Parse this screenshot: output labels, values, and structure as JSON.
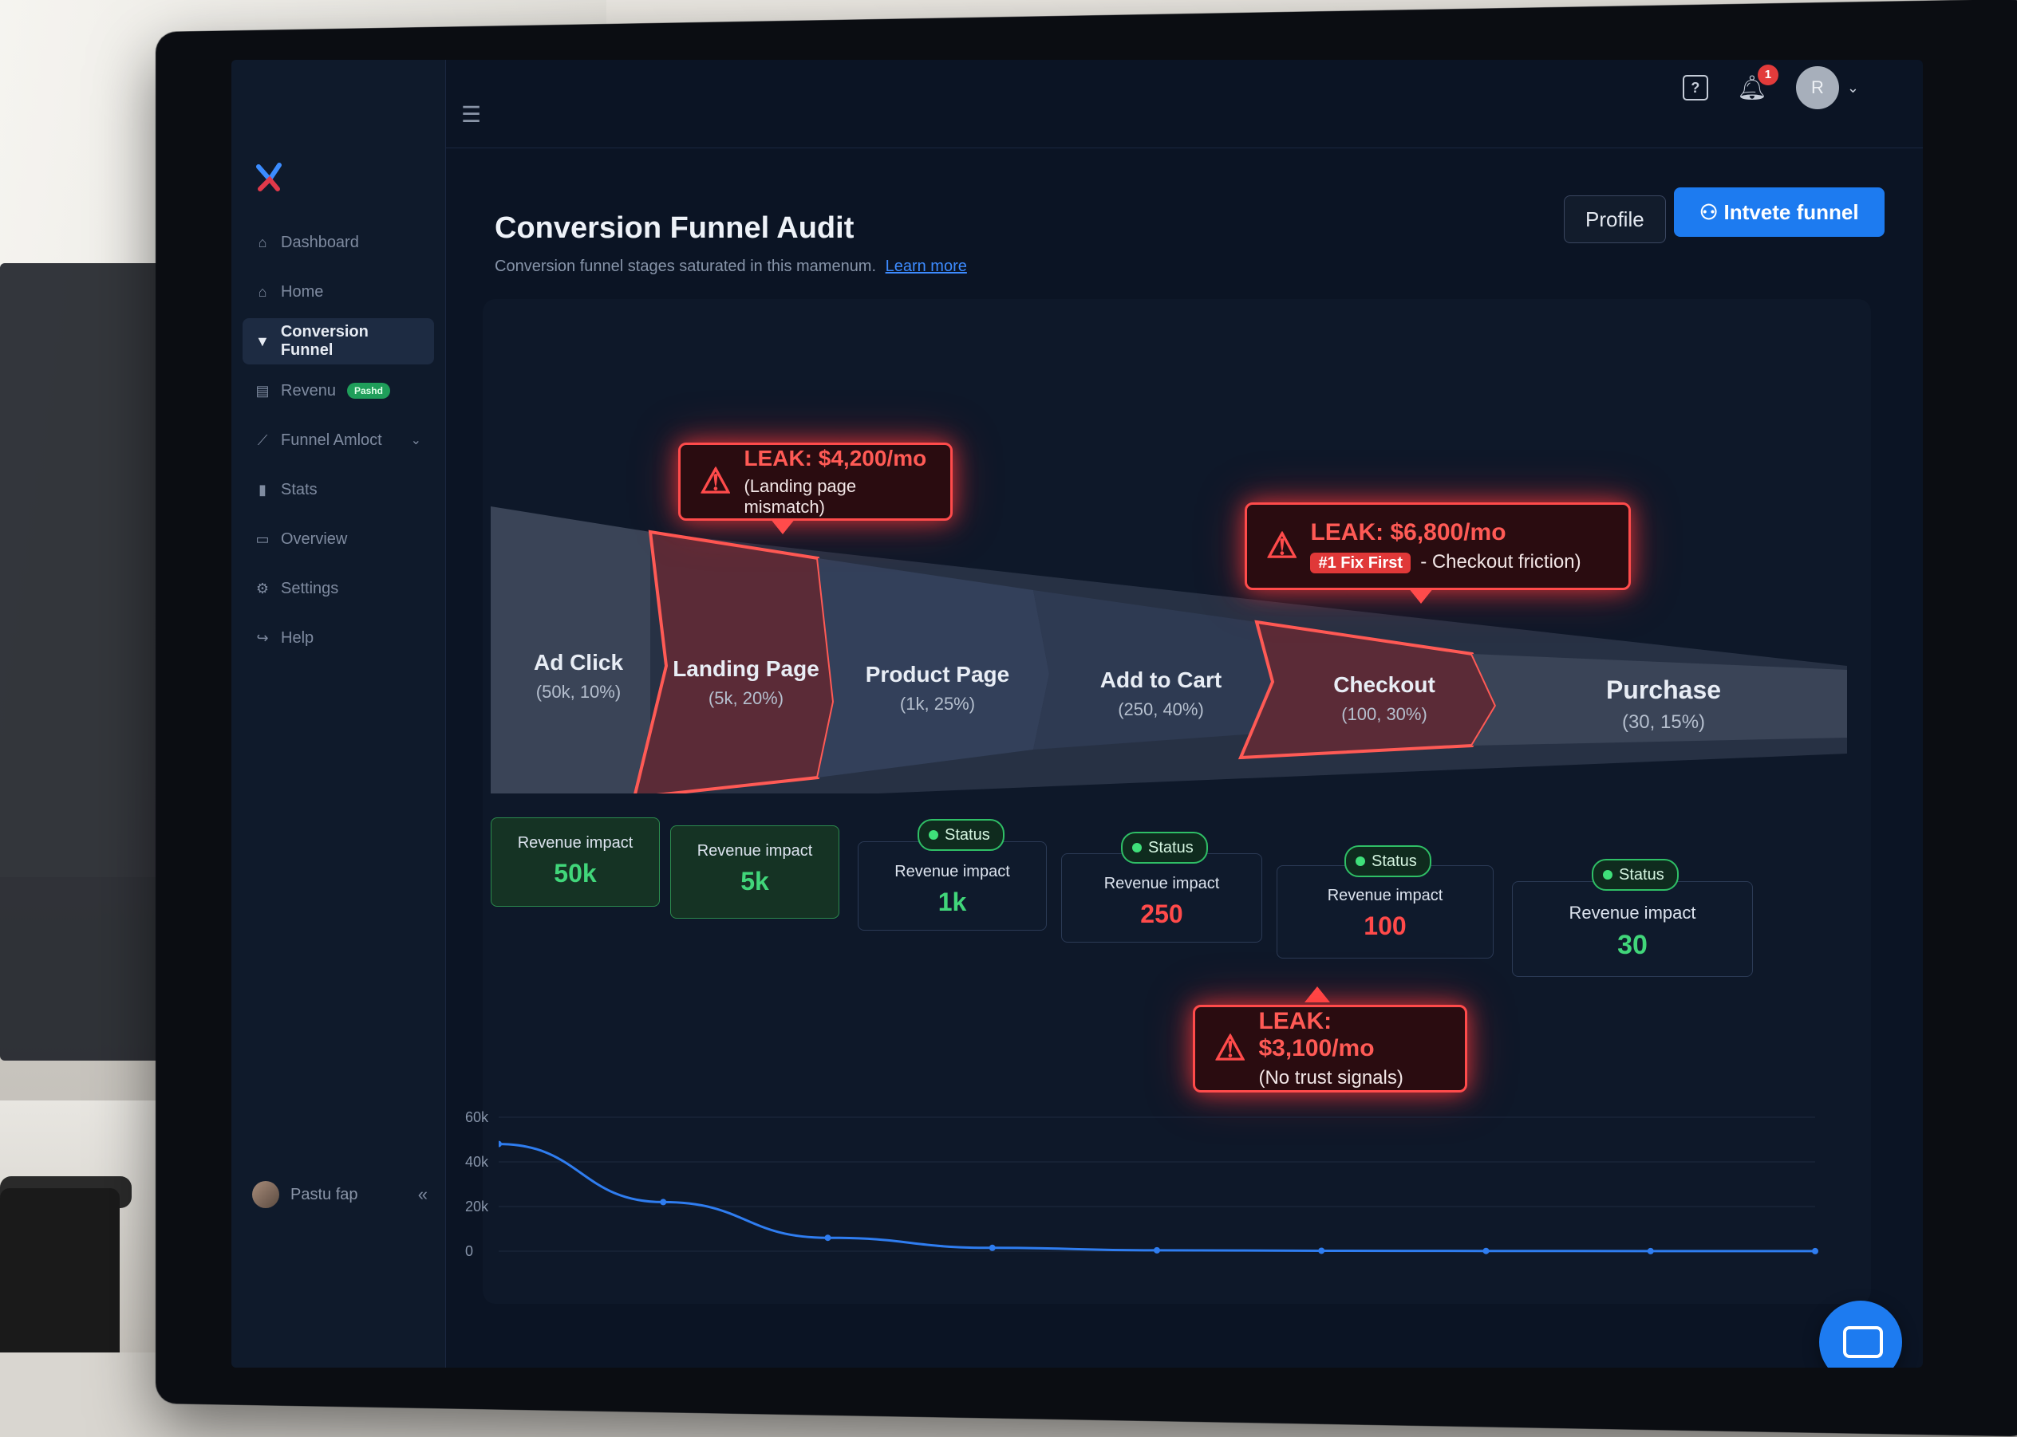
{
  "app": {
    "title": "Conversion Funnel Audit",
    "subtitle": "Conversion funnel stages saturated in this mamenum.",
    "learn_more": "Learn more"
  },
  "sidebar": {
    "items": [
      {
        "label": "Dashboard",
        "icon": "home-icon"
      },
      {
        "label": "Home",
        "icon": "home-icon"
      },
      {
        "label": "Conversion Funnel",
        "icon": "funnel-icon",
        "active": true
      },
      {
        "label": "Revenu",
        "icon": "document-icon",
        "badge": "Pashd"
      },
      {
        "label": "Funnel Amloct",
        "icon": "chart-line-icon"
      },
      {
        "label": "Stats",
        "icon": "bar-chart-icon"
      },
      {
        "label": "Overview",
        "icon": "calendar-icon"
      },
      {
        "label": "Settings",
        "icon": "gear-icon"
      },
      {
        "label": "Help",
        "icon": "logout-icon"
      }
    ],
    "user_name": "Pastu fap",
    "collapse_label": "«"
  },
  "header": {
    "help_label": "?",
    "notification_count": "1",
    "avatar_initial": "R",
    "profile_button": "Profile",
    "primary_button": "Intvete funnel"
  },
  "funnel": {
    "stages": [
      {
        "name": "Ad Click",
        "meta": "(50k, 10%)",
        "impact_label": "Revenue impact",
        "impact_value": "50k",
        "tone": "green",
        "leak": false
      },
      {
        "name": "Landing Page",
        "meta": "(5k, 20%)",
        "impact_label": "Revenue impact",
        "impact_value": "5k",
        "tone": "green",
        "leak": true
      },
      {
        "name": "Product Page",
        "meta": "(1k, 25%)",
        "impact_label": "Revenue impact",
        "impact_value": "1k",
        "tone": "green",
        "status": "Status",
        "leak": false
      },
      {
        "name": "Add to Cart",
        "meta": "(250, 40%)",
        "impact_label": "Revenue impact",
        "impact_value": "250",
        "tone": "red",
        "status": "Status",
        "leak": false
      },
      {
        "name": "Checkout",
        "meta": "(100, 30%)",
        "impact_label": "Revenue impact",
        "impact_value": "100",
        "tone": "red",
        "status": "Status",
        "leak": true
      },
      {
        "name": "Purchase",
        "meta": "(30, 15%)",
        "impact_label": "Revenue impact",
        "impact_value": "30",
        "tone": "green",
        "status": "Status",
        "leak": false
      }
    ],
    "leaks": [
      {
        "title": "LEAK: $4,200/mo",
        "detail": "(Landing page mismatch)"
      },
      {
        "title": "LEAK: $6,800/mo",
        "fix_badge": "#1 Fix First",
        "detail": "- Checkout friction)"
      },
      {
        "title": "LEAK: $3,100/mo",
        "detail": "(No trust signals)"
      }
    ],
    "colors": {
      "leak": "#ff4b4b",
      "accent": "#1d7bf0",
      "good": "#41d67a"
    }
  },
  "chart_data": {
    "type": "line",
    "title": "",
    "yticks": [
      "60k",
      "40k",
      "20k",
      "0"
    ],
    "ylim": [
      0,
      60000
    ],
    "series": [
      {
        "values": [
          48000,
          22000,
          6000,
          1500,
          400,
          200,
          100,
          50,
          30
        ]
      }
    ]
  }
}
